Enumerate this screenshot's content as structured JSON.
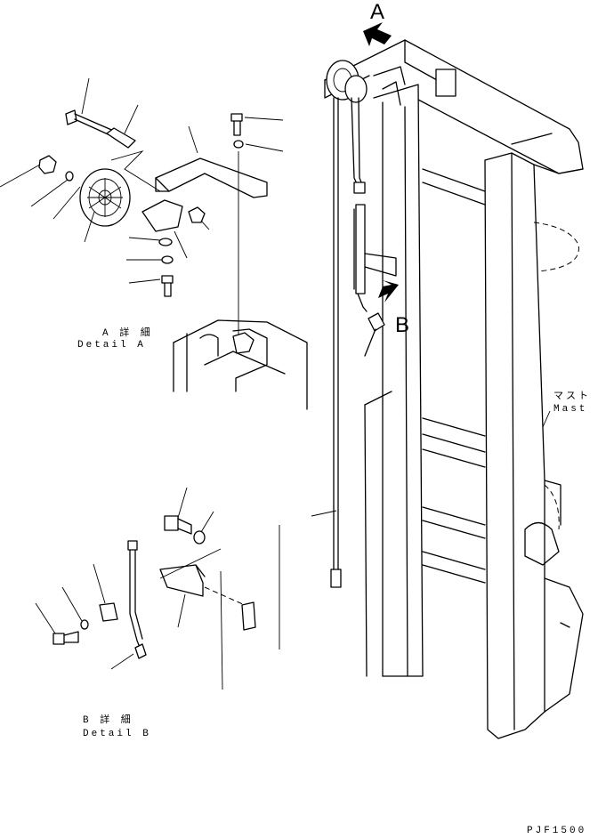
{
  "views": {
    "detail_a": {
      "heading": "A 詳 細",
      "subheading": "Detail A"
    },
    "detail_b": {
      "heading": "B 詳 細",
      "subheading": "Detail B"
    },
    "arrow_a_label": "A",
    "arrow_b_label": "B"
  },
  "callouts": {
    "mast_ja": "マスト",
    "mast_en": "Mast"
  },
  "drawing_code": "PJF1500"
}
